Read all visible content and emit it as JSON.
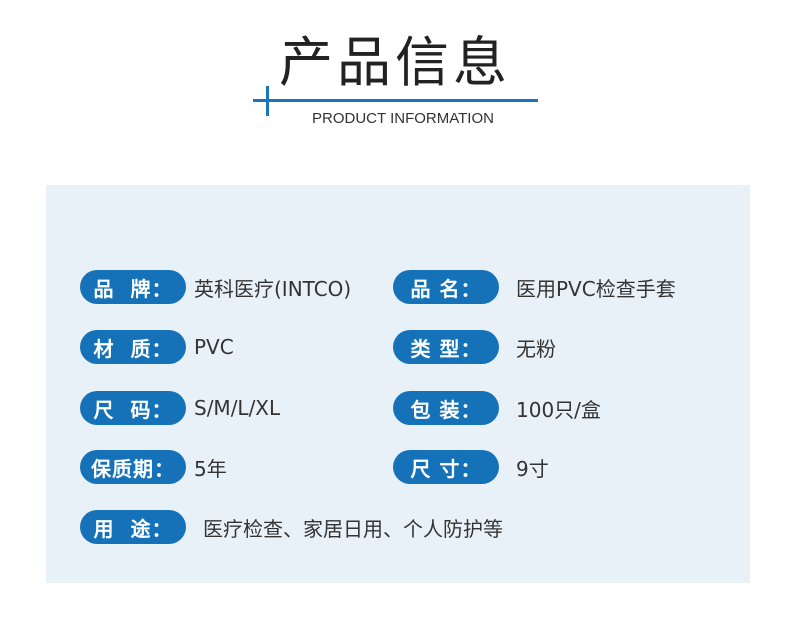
{
  "header": {
    "title": "产品信息",
    "subtitle": "PRODUCT INFORMATION"
  },
  "specs": [
    {
      "label": "品  牌：",
      "value": "英科医疗(INTCO)"
    },
    {
      "label": "品 名：",
      "value": "医用PVC检查手套"
    },
    {
      "label": "材  质：",
      "value": "PVC"
    },
    {
      "label": "类 型：",
      "value": "无粉"
    },
    {
      "label": "尺  码：",
      "value": "S/M/L/XL"
    },
    {
      "label": "包 装：",
      "value": "100只/盒"
    },
    {
      "label": "保质期：",
      "value": "5年"
    },
    {
      "label": "尺 寸：",
      "value": "9寸"
    },
    {
      "label": "用  途：",
      "value": "医疗检查、家居日用、个人防护等"
    }
  ]
}
